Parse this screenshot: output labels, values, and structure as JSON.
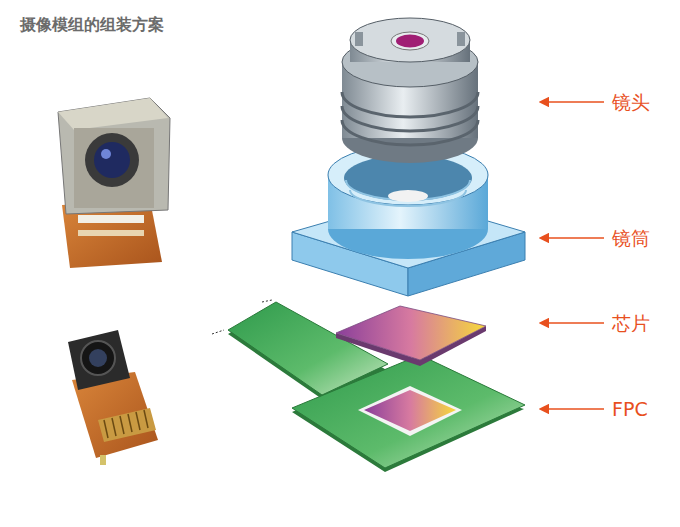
{
  "diagram": {
    "title": "摄像模组的组装方案",
    "labels": [
      "镜头",
      "镜筒",
      "芯片",
      "FPC"
    ]
  }
}
